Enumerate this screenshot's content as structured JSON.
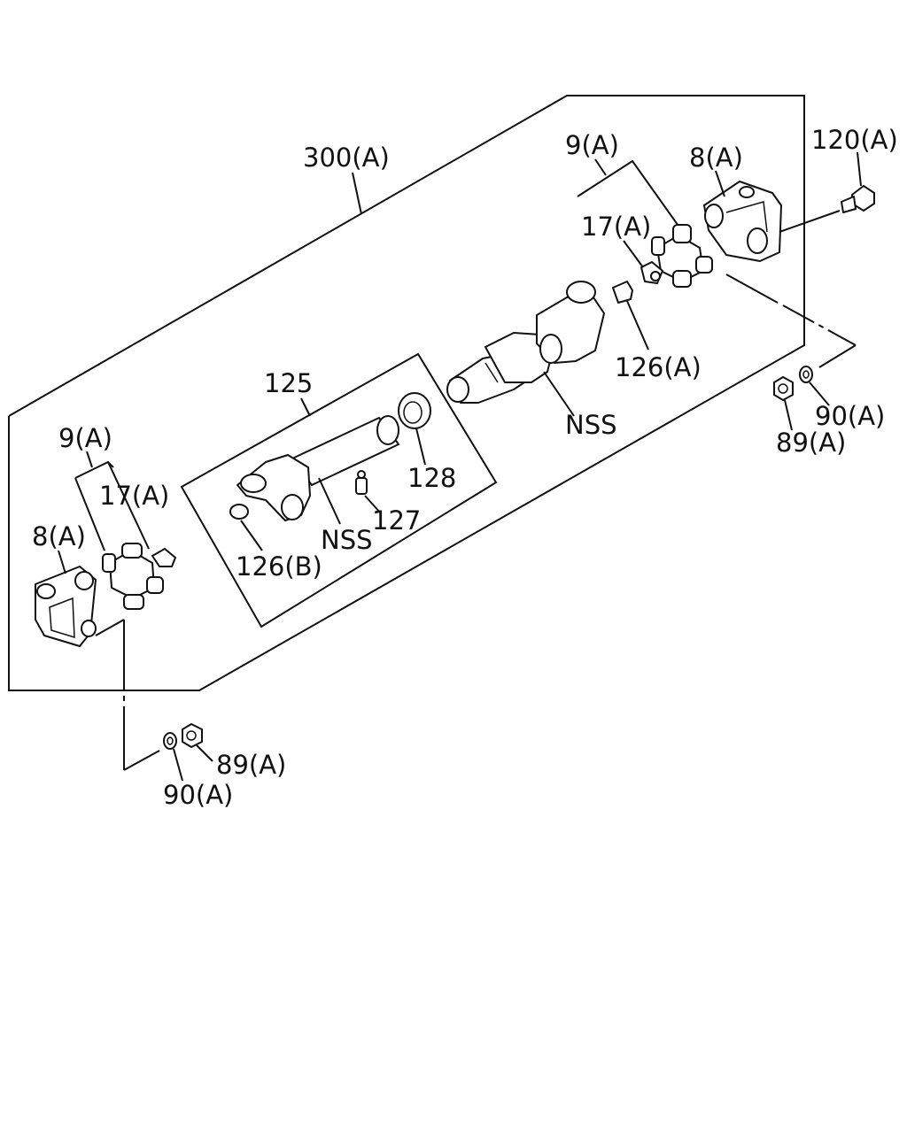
{
  "labels": {
    "assembly": "300(A)",
    "shaft_group": "125",
    "right_cross_group": "9(A)",
    "right_flange": "8(A)",
    "right_bolt": "120(A)",
    "right_grease_fitting": "17(A)",
    "right_plug": "126(A)",
    "right_nss": "NSS",
    "right_washer": "90(A)",
    "right_nut": "89(A)",
    "seal": "128",
    "grease_nipple": "127",
    "slip_nss": "NSS",
    "plug_b": "126(B)",
    "left_cross_group": "9(A)",
    "left_grease_fitting": "17(A)",
    "left_flange": "8(A)",
    "left_nut": "89(A)",
    "left_washer": "90(A)"
  }
}
